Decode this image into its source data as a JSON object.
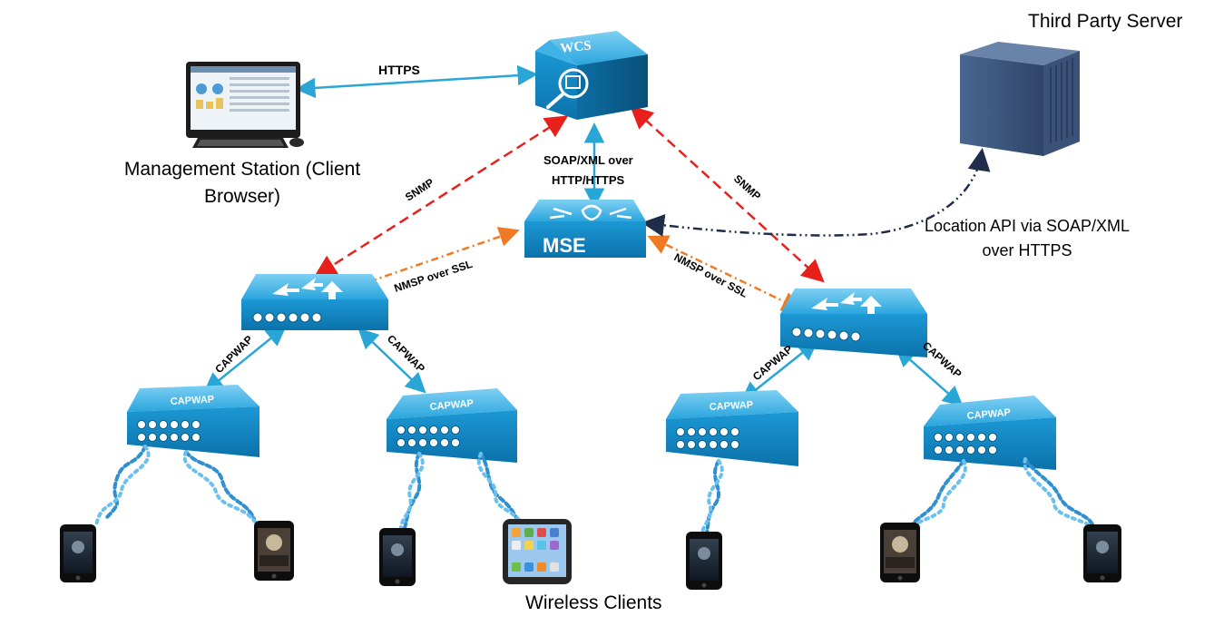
{
  "nodes": {
    "wcs": "WCS",
    "mse": "MSE",
    "capwap_box": "CAPWAP",
    "third_party_server": "Third Party Server",
    "management_station": "Management Station (Client Browser)",
    "management_station_line1": "Management Station (Client",
    "management_station_line2": "Browser)",
    "wireless_clients": "Wireless Clients"
  },
  "links": {
    "https": "HTTPS",
    "snmp_left": "SNMP",
    "snmp_right": "SNMP",
    "soap_line1": "SOAP/XML over",
    "soap_line2": "HTTP/HTTPS",
    "nmsp_left": "NMSP over SSL",
    "nmsp_right": "NMSP over SSL",
    "capwap_1": "CAPWAP",
    "capwap_2": "CAPWAP",
    "capwap_3": "CAPWAP",
    "capwap_4": "CAPWAP",
    "location_api_line1": "Location API via SOAP/XML",
    "location_api_line2": "over HTTPS"
  },
  "colors": {
    "device_blue": "#1e9ad6",
    "device_dark": "#0e6a9c",
    "link_cyan": "#29a6d6",
    "snmp_red": "#e8201c",
    "nmsp_orange": "#f07a22",
    "api_navy": "#1f2c4a",
    "server_blue": "#3c577f"
  },
  "icons": [
    "monitor-icon",
    "keyboard-icon",
    "mouse-icon",
    "server-icon",
    "wcs-icon",
    "mse-icon",
    "switch-icon",
    "access-point-icon",
    "smartphone-icon",
    "wireless-signal-icon"
  ]
}
